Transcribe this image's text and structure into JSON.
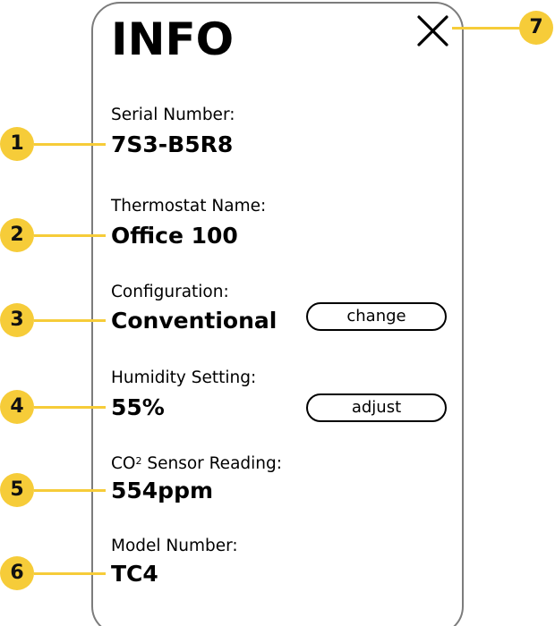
{
  "panel": {
    "title": "INFO",
    "close_icon": "close-x-icon"
  },
  "fields": [
    {
      "label": "Serial Number:",
      "value": "7S3-B5R8"
    },
    {
      "label": "Thermostat Name:",
      "value": "Office 100"
    },
    {
      "label": "Configuration:",
      "value": "Conventional",
      "action_label": "change"
    },
    {
      "label": "Humidity Setting:",
      "value": "55%",
      "action_label": "adjust"
    },
    {
      "label_main": "CO",
      "label_sup": "2",
      "label_rest": " Sensor Reading:",
      "value": "554ppm"
    },
    {
      "label": "Model Number:",
      "value": "TC4"
    }
  ],
  "callouts": [
    "1",
    "2",
    "3",
    "4",
    "5",
    "6",
    "7"
  ],
  "colors": {
    "callout": "#f6cc39",
    "panel_border": "#7c7c7c",
    "text": "#000000"
  }
}
